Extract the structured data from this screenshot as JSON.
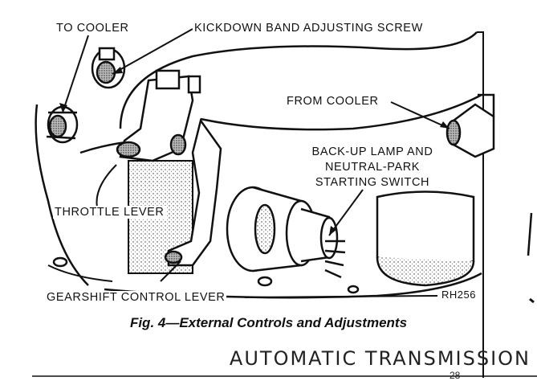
{
  "labels": {
    "to_cooler": "TO COOLER",
    "kickdown": "KICKDOWN BAND ADJUSTING SCREW",
    "from_cooler": "FROM COOLER",
    "backup_line1": "BACK-UP LAMP AND",
    "backup_line2": "NEUTRAL-PARK",
    "backup_line3": "STARTING SWITCH",
    "throttle": "THROTTLE LEVER",
    "gearshift": "GEARSHIFT CONTROL LEVER",
    "ref": "RH256"
  },
  "caption": "Fig. 4—External Controls and Adjustments",
  "header": "AUTOMATIC TRANSMISSION",
  "page_number": "28"
}
